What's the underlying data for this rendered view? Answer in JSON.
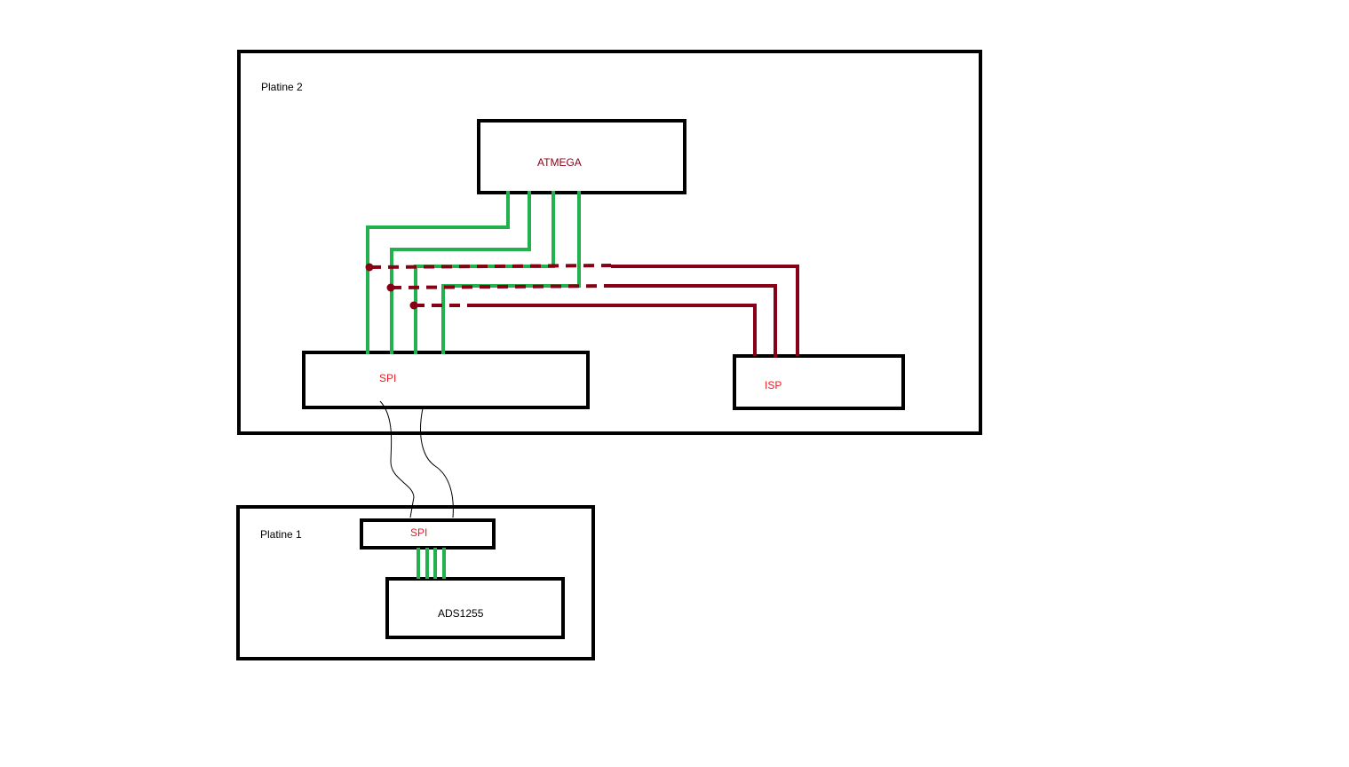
{
  "colors": {
    "outline": "#000000",
    "spi_wire": "#22b14c",
    "isp_wire": "#880015",
    "label_red": "#ed1c24",
    "label_darkred": "#880015",
    "label_black": "#000000",
    "cable": "#000000"
  },
  "boards": {
    "platine2": {
      "label": "Platine 2"
    },
    "platine1": {
      "label": "Platine 1"
    }
  },
  "components": {
    "atmega": {
      "label": "ATMEGA"
    },
    "spi_top": {
      "label": "SPI"
    },
    "isp": {
      "label": "ISP"
    },
    "spi_bottom": {
      "label": "SPI"
    },
    "ads": {
      "label": "ADS1255"
    }
  }
}
